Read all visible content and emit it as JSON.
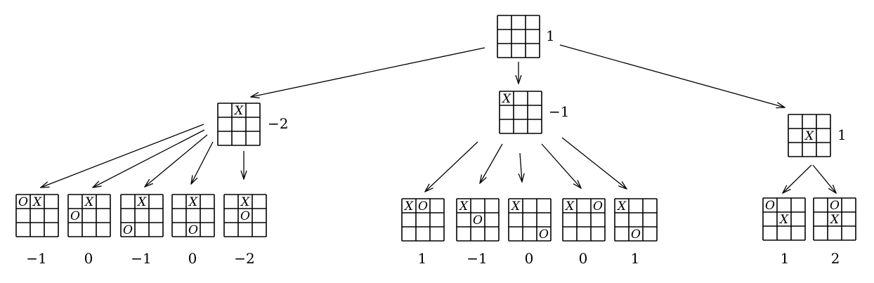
{
  "edges": [
    {
      "from": "root",
      "to": "c0"
    },
    {
      "from": "root",
      "to": "c1"
    },
    {
      "from": "root",
      "to": "c2"
    },
    {
      "from": "c0",
      "to": "c0_0"
    },
    {
      "from": "c0",
      "to": "c0_1"
    },
    {
      "from": "c0",
      "to": "c0_2"
    },
    {
      "from": "c0",
      "to": "c0_3"
    },
    {
      "from": "c0",
      "to": "c0_4"
    },
    {
      "from": "c1",
      "to": "c1_0"
    },
    {
      "from": "c1",
      "to": "c1_1"
    },
    {
      "from": "c1",
      "to": "c1_2"
    },
    {
      "from": "c1",
      "to": "c1_3"
    },
    {
      "from": "c1",
      "to": "c1_4"
    },
    {
      "from": "c2",
      "to": "c2_0"
    },
    {
      "from": "c2",
      "to": "c2_1"
    }
  ],
  "nodes": [
    {
      "id": "root",
      "board": [
        "",
        "",
        "",
        "",
        "",
        "",
        "",
        "",
        ""
      ],
      "score": "1"
    },
    {
      "id": "c0",
      "board": [
        "",
        "X",
        "",
        "",
        "",
        "",
        "",
        "",
        ""
      ],
      "score": "−2"
    },
    {
      "id": "c1",
      "board": [
        "X",
        "",
        "",
        "",
        "",
        "",
        "",
        "",
        ""
      ],
      "score": "−1"
    },
    {
      "id": "c2",
      "board": [
        "",
        "",
        "",
        "",
        "X",
        "",
        "",
        "",
        ""
      ],
      "score": "1"
    },
    {
      "id": "c0_0",
      "board": [
        "O",
        "X",
        "",
        "",
        "",
        "",
        "",
        "",
        ""
      ],
      "score": "−1"
    },
    {
      "id": "c0_1",
      "board": [
        "",
        "X",
        "",
        "O",
        "",
        "",
        "",
        "",
        ""
      ],
      "score": "0"
    },
    {
      "id": "c0_2",
      "board": [
        "",
        "X",
        "",
        "",
        "",
        "",
        "O",
        "",
        ""
      ],
      "score": "−1"
    },
    {
      "id": "c0_3",
      "board": [
        "",
        "X",
        "",
        "",
        "",
        "",
        "",
        "O",
        ""
      ],
      "score": "0"
    },
    {
      "id": "c0_4",
      "board": [
        "",
        "X",
        "",
        "",
        "O",
        "",
        "",
        "",
        ""
      ],
      "score": "−2"
    },
    {
      "id": "c1_0",
      "board": [
        "X",
        "O",
        "",
        "",
        "",
        "",
        "",
        "",
        ""
      ],
      "score": "1"
    },
    {
      "id": "c1_1",
      "board": [
        "X",
        "",
        "",
        "",
        "O",
        "",
        "",
        "",
        ""
      ],
      "score": "−1"
    },
    {
      "id": "c1_2",
      "board": [
        "X",
        "",
        "",
        "",
        "",
        "",
        "",
        "",
        "O"
      ],
      "score": "0"
    },
    {
      "id": "c1_3",
      "board": [
        "X",
        "",
        "O",
        "",
        "",
        "",
        "",
        "",
        ""
      ],
      "score": "0"
    },
    {
      "id": "c1_4",
      "board": [
        "X",
        "",
        "",
        "",
        "",
        "",
        "",
        "O",
        ""
      ],
      "score": "1"
    },
    {
      "id": "c2_0",
      "board": [
        "O",
        "",
        "",
        "",
        "X",
        "",
        "",
        "",
        ""
      ],
      "score": "1"
    },
    {
      "id": "c2_1",
      "board": [
        "",
        "O",
        "",
        "",
        "X",
        "",
        "",
        "",
        ""
      ],
      "score": "2"
    }
  ]
}
